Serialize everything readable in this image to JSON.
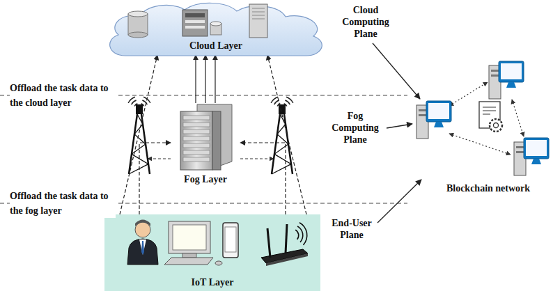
{
  "diagram": {
    "nodes": [
      {
        "text": [
          "Cloud Layer"
        ]
      },
      {
        "text": [
          "Fog Layer"
        ]
      },
      {
        "text": [
          "IoT Layer"
        ]
      }
    ],
    "edges": [
      {
        "from": 2,
        "to": 1,
        "arrow": "to"
      },
      {
        "from": 2,
        "to": 1,
        "arrow": "to"
      },
      {
        "from": 1,
        "to": 0,
        "arrow": "to"
      },
      {
        "from": 1,
        "to": 0,
        "arrow": "to"
      },
      {
        "from": 1,
        "to": 0,
        "arrow": "to"
      },
      {
        "from": 2,
        "to": 0,
        "arrow": "to"
      },
      {
        "from": 2,
        "to": 0,
        "arrow": "to"
      }
    ],
    "labels": [
      "Cloud Computing Plane",
      "Offload the task data to the cloud layer",
      "Fog Computing Plane",
      "Offload the task data to the fog layer",
      "End-User Plane",
      "Blockchain network"
    ]
  }
}
